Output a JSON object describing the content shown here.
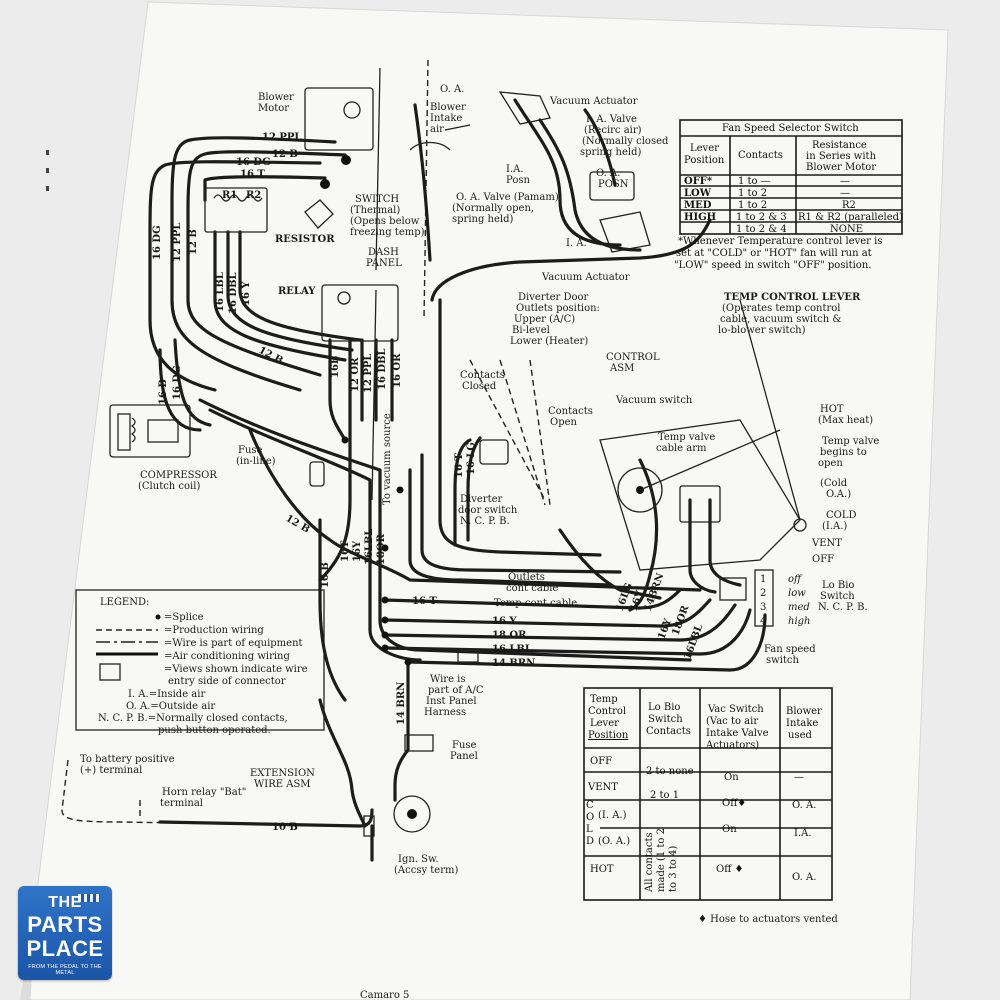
{
  "footer_caption": "Camaro 5",
  "logo": {
    "line1": "THE",
    "line2": "PARTS",
    "line3": "PLACE",
    "tagline": "FROM THE PEDAL TO THE METAL"
  },
  "components": {
    "blower_motor": [
      "Blower",
      "Motor"
    ],
    "switch_thermal": [
      "SWITCH",
      "(Thermal)",
      "(Opens below",
      "freezing temp)"
    ],
    "resistor": "RESISTOR",
    "relay": "RELAY",
    "compressor": [
      "COMPRESSOR",
      "(Clutch coil)"
    ],
    "fuse_inline": [
      "Fuse",
      "(in-line)"
    ],
    "dash_panel": [
      "DASH",
      "PANEL"
    ],
    "oa": "O. A.",
    "blower_intake": [
      "Blower",
      "Intake",
      "air"
    ],
    "vacuum_actuator_top": "Vacuum Actuator",
    "ia_valve": [
      "I. A. Valve",
      "(Recirc air)",
      "(Normally closed",
      "spring held)"
    ],
    "ia_posn": [
      "I.A.",
      "Posn"
    ],
    "oa_posn": [
      "O. A.",
      "POSN"
    ],
    "oa_valve": [
      "O. A. Valve (Pamam)",
      "(Normally open,",
      "spring held)"
    ],
    "ia": "I. A.",
    "vacuum_actuator_bottom": "Vacuum Actuator",
    "diverter_door": [
      "Diverter Door",
      "Outlets position:",
      "Upper (A/C)",
      "Bi-level",
      "Lower (Heater)"
    ],
    "contacts_closed": [
      "Contacts",
      "Closed"
    ],
    "contacts_open": [
      "Contacts",
      "Open"
    ],
    "control_asm": [
      "CONTROL",
      "ASM"
    ],
    "vacuum_switch": "Vacuum switch",
    "temp_control_lever": [
      "TEMP CONTROL LEVER",
      "(Operates temp control",
      "cable, vacuum switch &",
      "lo-blower switch)"
    ],
    "temp_valve_cable_arm": [
      "Temp valve",
      "cable arm"
    ],
    "hot_max": [
      "HOT",
      "(Max heat)"
    ],
    "temp_valve_open": [
      "Temp valve",
      "begins to",
      "open"
    ],
    "cold_oa": [
      "(Cold",
      "O.A.)"
    ],
    "cold_ia": [
      "COLD",
      "(I.A.)"
    ],
    "vent": "VENT",
    "off": "OFF",
    "vacuum_source": "To vacuum source",
    "diverter_switch": [
      "Diverter",
      "door switch",
      "N. C. P. B."
    ],
    "outlets_cont_cable": [
      "Outlets",
      "cont cable"
    ],
    "temp_cont_cable": "Temp cont cable",
    "lo_bio_switch": [
      "Lo Bio",
      "Switch",
      "N. C. P. B."
    ],
    "switch_positions": [
      "off",
      "low",
      "med",
      "high"
    ],
    "switch_numbers": [
      "1",
      "2",
      "3",
      "4"
    ],
    "fan_speed_switch": [
      "Fan speed",
      "switch"
    ],
    "wire_part_of": [
      "Wire is",
      "part of A/C",
      "Inst Panel",
      "Harness"
    ],
    "fuse_panel": [
      "Fuse",
      "Panel"
    ],
    "battery": [
      "To battery positive",
      "(+) terminal"
    ],
    "horn_relay": [
      "Horn relay \"Bat\"",
      "terminal"
    ],
    "extension_wire": [
      "EXTENSION",
      "WIRE ASM"
    ],
    "ign_sw": [
      "Ign. Sw.",
      "(Accsy term)"
    ],
    "hose_note": "♦ Hose to actuators vented"
  },
  "wire_labels": {
    "ppl12": "12 PPL",
    "b12": "12 B",
    "dg16": "16 DG",
    "t16": "16 T",
    "left_vertical": [
      "16 DG",
      "12 PPL",
      "12 B"
    ],
    "res_vertical": [
      "16 LBL",
      "16 DBL",
      "16 Y"
    ],
    "relay_vertical": [
      "16B",
      "12 OR",
      "12 PPL",
      "16 DBL",
      "16 OR"
    ],
    "b12_diag": "12 B",
    "comp_vertical": [
      "16 B",
      "16 DG"
    ],
    "mid_vertical": [
      "16T",
      "16Y",
      "16LBL",
      "18OR"
    ],
    "b12_low": "12 B",
    "b10_vert": "10 B",
    "t16_h": "16 T",
    "y16_h": "16 Y",
    "or18_h": "18 OR",
    "lbl16_h": "16 LBL",
    "brn14_h": "14 BRN",
    "brn14_v": "14 BRN",
    "b10_bottom": "10 B",
    "div_vertical": [
      "16 T",
      "16 LG"
    ],
    "right_vertical": [
      "16LG",
      "16Y",
      "14BRN",
      "16Y",
      "18OR",
      "16LBL"
    ]
  },
  "legend": {
    "title": "LEGEND:",
    "items": [
      "=Splice",
      "=Production wiring",
      "=Wire is part of equipment",
      "=Air conditioning wiring",
      "=Views shown indicate wire",
      "entry side of connector",
      "I. A.=Inside air",
      "O. A.=Outside air",
      "N. C. P. B.=Normally closed contacts,",
      "push button operated."
    ]
  },
  "fan_table": {
    "title": "Fan Speed Selector Switch",
    "headers": [
      [
        "Lever",
        "Position"
      ],
      [
        "Contacts"
      ],
      [
        "Resistance",
        "in Series with",
        "Blower Motor"
      ]
    ],
    "rows": [
      [
        "OFF*",
        "1 to —",
        "—"
      ],
      [
        "LOW",
        "1 to 2",
        "—"
      ],
      [
        "MED",
        "1 to 2",
        "R2"
      ],
      [
        "HIGH",
        "1 to 2 & 3",
        "R1 & R2 (paralleled)"
      ],
      [
        "",
        "1 to 2 & 4",
        "NONE"
      ]
    ],
    "note": [
      "*Whenever Temperature control lever is",
      "set at \"COLD\" or \"HOT\" fan will run at",
      "\"LOW\" speed in switch \"OFF\" position."
    ]
  },
  "temp_table": {
    "headers": [
      [
        "Temp",
        "Control",
        "Lever",
        "Position"
      ],
      [
        "Lo Bio",
        "Switch",
        "Contacts"
      ],
      [
        "Vac Switch",
        "(Vac to air",
        "Intake Valve",
        "Actuators)"
      ],
      [
        "Blower",
        "Intake",
        "used"
      ]
    ],
    "rows": [
      [
        "OFF",
        "2 to none",
        "On",
        "—"
      ],
      [
        "VENT",
        "2 to 1",
        "Off♦",
        "O. A."
      ],
      [
        "(I. A.)",
        "",
        "On",
        "I.A."
      ],
      [
        "HOT",
        "",
        "Off ♦",
        "O. A."
      ]
    ],
    "cold_letters": [
      "C",
      "O",
      "L",
      "D"
    ],
    "cold_oa": "(O. A.)",
    "all_contacts": [
      "All contacts",
      "made (1 to 2",
      "to 3 to 4)"
    ]
  }
}
